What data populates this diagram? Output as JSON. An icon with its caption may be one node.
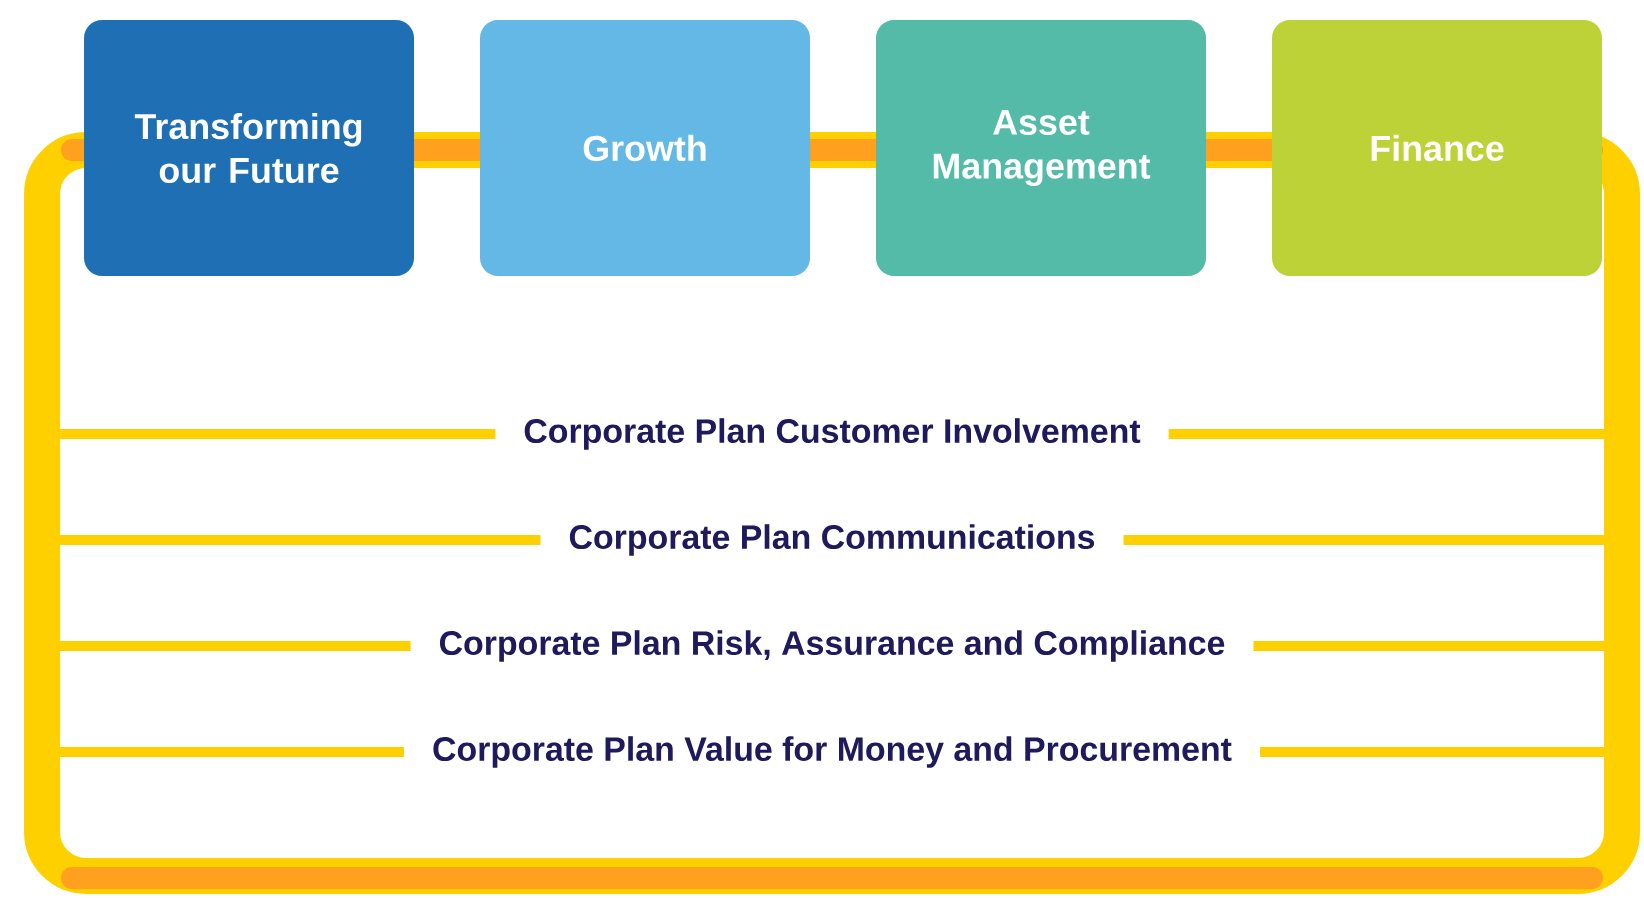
{
  "diagram": {
    "nodes": [
      {
        "text": [
          "Transforming our Future"
        ]
      },
      {
        "text": [
          "Growth"
        ]
      },
      {
        "text": [
          "Asset Management"
        ]
      },
      {
        "text": [
          "Finance"
        ]
      }
    ],
    "labels": [
      "Corporate Plan Customer Involvement",
      "Corporate Plan Communications",
      "Corporate Plan Risk, Assurance and Compliance",
      "Corporate Plan Value for Money and Procurement"
    ]
  }
}
